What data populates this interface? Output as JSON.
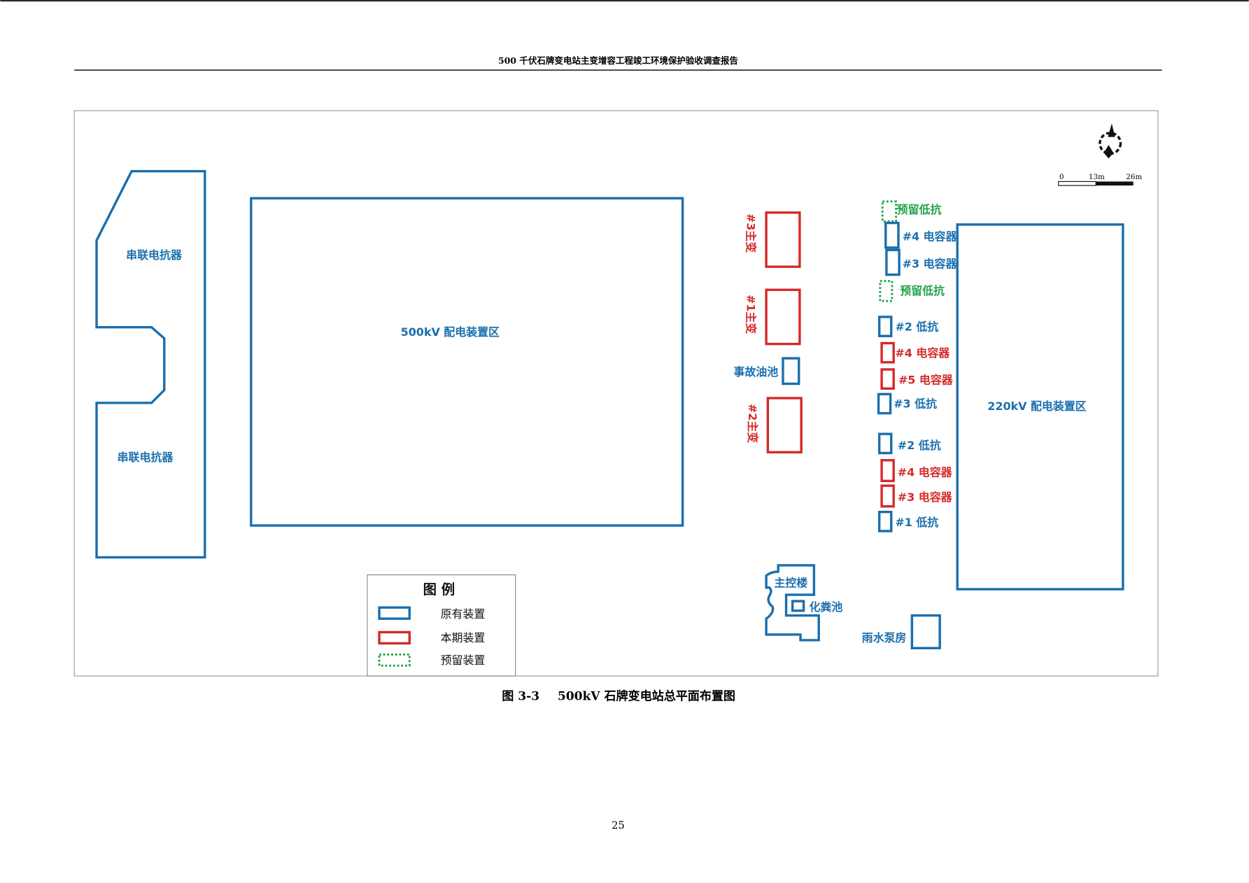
{
  "header": {
    "title": "500 千伏石牌变电站主变增容工程竣工环境保护验收调查报告"
  },
  "map": {
    "series_reactor_top": "串联电抗器",
    "series_reactor_bottom": "串联电抗器",
    "switchyard_500": "500kV 配电装置区",
    "switchyard_220": "220kV 配电装置区",
    "transformer_3": "#3主变",
    "transformer_1": "#1主变",
    "transformer_2": "#2主变",
    "oil_pit": "事故油池",
    "control_building": "主控楼",
    "septic_tank": "化粪池",
    "rain_pump_house": "雨水泵房",
    "column_items": [
      {
        "label": "预留低抗",
        "status": "reserved"
      },
      {
        "label": "#4 电容器",
        "status": "existing"
      },
      {
        "label": "#3 电容器",
        "status": "existing"
      },
      {
        "label": "预留低抗",
        "status": "reserved"
      },
      {
        "label": "#2 低抗",
        "status": "existing"
      },
      {
        "label": "#4 电容器",
        "status": "new"
      },
      {
        "label": "#5 电容器",
        "status": "new"
      },
      {
        "label": "#3 低抗",
        "status": "existing"
      },
      {
        "label": "#2 低抗",
        "status": "existing"
      },
      {
        "label": "#4 电容器",
        "status": "new"
      },
      {
        "label": "#3 电容器",
        "status": "new"
      },
      {
        "label": "#1 低抗",
        "status": "existing"
      }
    ],
    "scale": {
      "t0": "0",
      "t1": "13m",
      "t2": "26m"
    },
    "colors": {
      "existing": "#1a6fae",
      "new": "#d42a2a",
      "reserved": "#1fa34a"
    }
  },
  "legend": {
    "title": "图 例",
    "existing": "原有装置",
    "new": "本期装置",
    "reserved": "预留装置"
  },
  "caption": {
    "number": "图 3-3",
    "text": "500kV 石牌变电站总平面布置图"
  },
  "page_number": "25"
}
